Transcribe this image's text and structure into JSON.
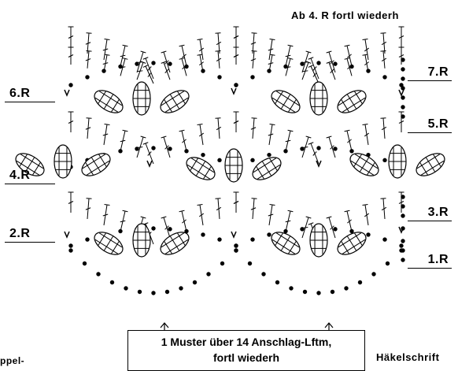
{
  "header": {
    "repeat_note": "Ab 4. R fortl wiederh"
  },
  "rows": {
    "left": {
      "r6": "6.R",
      "r4": "4.R",
      "r2": "2.R"
    },
    "right": {
      "r7": "7.R",
      "r5": "5.R",
      "r3": "3.R",
      "r1": "1.R"
    }
  },
  "pattern_repeat": {
    "line1": "1 Muster über 14 Anschlag-Lftm,",
    "line2": "fortl wiederh"
  },
  "chart_type": "Häkelschrift",
  "legend_fragment": "ppel-",
  "symbols": {
    "chain": "filled-dot",
    "double_crochet": "crossed-stick",
    "increase": "v-mark",
    "puff_stitch": "crossed-oval",
    "ink_color": "#000000",
    "paper_color": "#ffffff"
  }
}
